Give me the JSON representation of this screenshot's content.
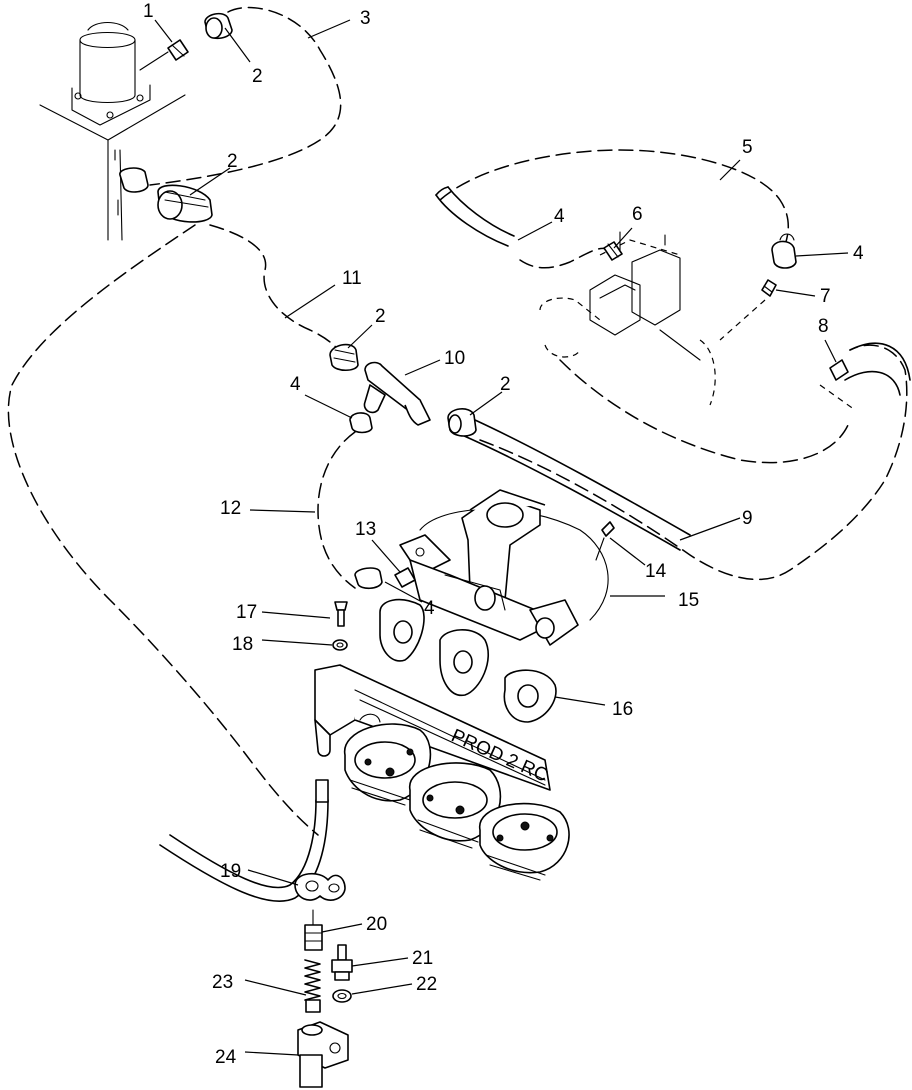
{
  "callouts": [
    {
      "label": "1"
    },
    {
      "label": "2"
    },
    {
      "label": "3"
    },
    {
      "label": "2"
    },
    {
      "label": "5"
    },
    {
      "label": "4"
    },
    {
      "label": "6"
    },
    {
      "label": "4"
    },
    {
      "label": "7"
    },
    {
      "label": "8"
    },
    {
      "label": "11"
    },
    {
      "label": "2"
    },
    {
      "label": "10"
    },
    {
      "label": "4"
    },
    {
      "label": "2"
    },
    {
      "label": "12"
    },
    {
      "label": "9"
    },
    {
      "label": "13"
    },
    {
      "label": "14"
    },
    {
      "label": "4"
    },
    {
      "label": "15"
    },
    {
      "label": "17"
    },
    {
      "label": "18"
    },
    {
      "label": "16"
    },
    {
      "label": "19"
    },
    {
      "label": "20"
    },
    {
      "label": "21"
    },
    {
      "label": "23"
    },
    {
      "label": "22"
    },
    {
      "label": "24"
    }
  ],
  "diagram_label_text": "PROD 2 RC"
}
